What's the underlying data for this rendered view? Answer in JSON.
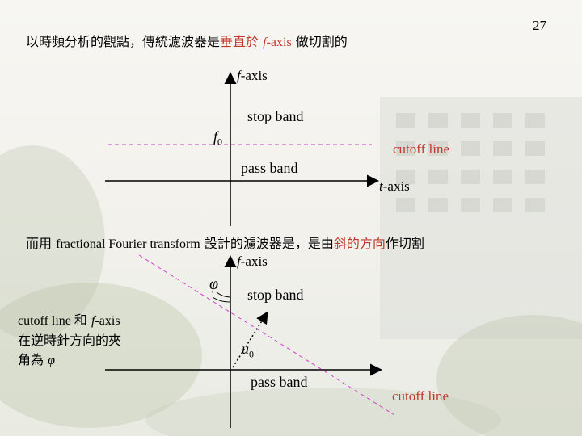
{
  "slide": {
    "page_number": "27",
    "title_prefix": "以時頻分析的觀點，傳統濾波器是",
    "title_highlight": "垂直於",
    "title_axis": "f",
    "title_axis_suffix": "-axis",
    "title_suffix": "做切割的"
  },
  "diagram1": {
    "f_axis_italic": "f",
    "f_axis_rest": "-axis",
    "stop_band": "stop band",
    "f0_main": "f",
    "f0_sub": "0",
    "cutoff_line": "cutoff line",
    "pass_band": "pass band",
    "t_axis_italic": "t",
    "t_axis_rest": "-axis"
  },
  "section2": {
    "prefix": "而用",
    "middle": "fractional Fourier transform",
    "suffix1": "設計的濾波器是，是由",
    "highlight": "斜的方向",
    "suffix2": "作切割"
  },
  "diagram2": {
    "f_axis_italic": "f",
    "f_axis_rest": "-axis",
    "phi": "φ",
    "stop_band": "stop band",
    "u0_main": "u",
    "u0_sub": "0",
    "pass_band": "pass band",
    "cutoff_line": "cutoff line"
  },
  "note": {
    "line1_prefix": "cutoff line 和",
    "line1_axis": "f",
    "line1_suffix": "-axis",
    "line2": "在逆時針方向的夾",
    "line3_prefix": "角為",
    "line3_symbol": "φ"
  },
  "colors": {
    "accent": "#c0392b",
    "dashed_line": "#d13fd1"
  }
}
